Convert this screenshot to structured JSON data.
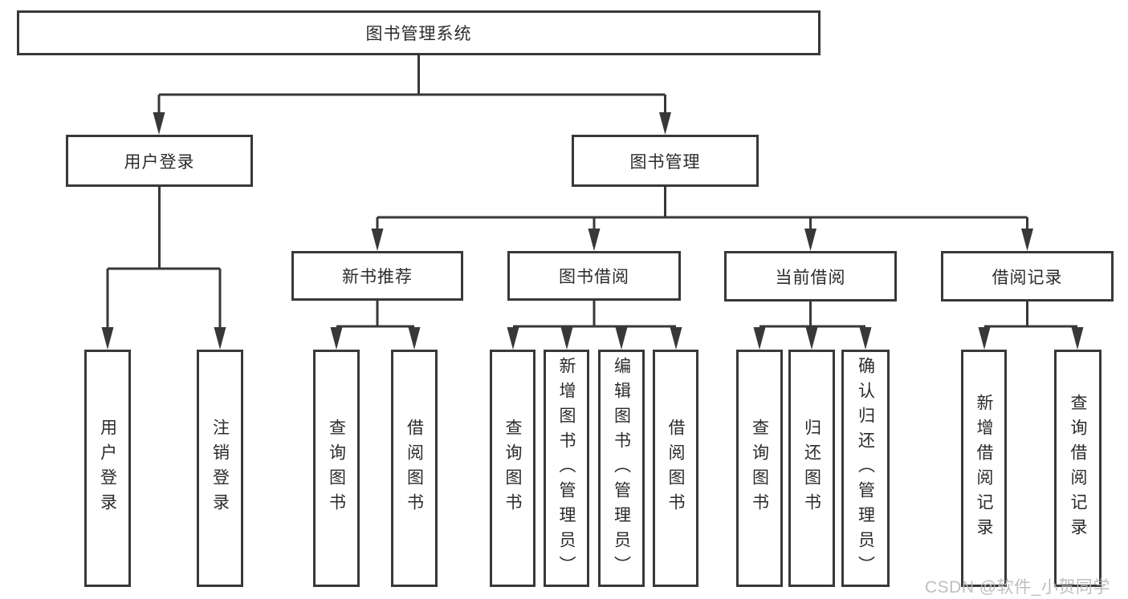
{
  "diagram": {
    "title": "图书管理系统",
    "colors": {
      "line": "#383838",
      "box_border": "#383838",
      "box_background": "#ffffff",
      "text": "#2b2b2b",
      "watermark": "#b9b9b9",
      "page_background": "#ffffff"
    },
    "nodes": {
      "root": {
        "label": "图书管理系统"
      },
      "user_login": {
        "label": "用户登录"
      },
      "book_mgmt": {
        "label": "图书管理"
      },
      "new_book_rec": {
        "label": "新书推荐"
      },
      "book_borrow": {
        "label": "图书借阅"
      },
      "current_borrow": {
        "label": "当前借阅"
      },
      "borrow_record": {
        "label": "借阅记录"
      },
      "leaf_user_login": {
        "label": "用户登录"
      },
      "leaf_logout": {
        "label": "注销登录"
      },
      "leaf_nbr_query": {
        "label": "查询图书"
      },
      "leaf_nbr_borrow": {
        "label": "借阅图书"
      },
      "leaf_bb_query": {
        "label": "查询图书"
      },
      "leaf_bb_add": {
        "label": "新增图书（管理员）"
      },
      "leaf_bb_edit": {
        "label": "编辑图书（管理员）"
      },
      "leaf_bb_borrow": {
        "label": "借阅图书"
      },
      "leaf_cb_query": {
        "label": "查询图书"
      },
      "leaf_cb_return": {
        "label": "归还图书"
      },
      "leaf_cb_confirm": {
        "label": "确认归还（管理员）"
      },
      "leaf_br_add": {
        "label": "新增借阅记录"
      },
      "leaf_br_query": {
        "label": "查询借阅记录"
      }
    },
    "hierarchy": {
      "图书管理系统": {
        "用户登录": [
          "用户登录",
          "注销登录"
        ],
        "图书管理": {
          "新书推荐": [
            "查询图书",
            "借阅图书"
          ],
          "图书借阅": [
            "查询图书",
            "新增图书（管理员）",
            "编辑图书（管理员）",
            "借阅图书"
          ],
          "当前借阅": [
            "查询图书",
            "归还图书",
            "确认归还（管理员）"
          ],
          "借阅记录": [
            "新增借阅记录",
            "查询借阅记录"
          ]
        }
      }
    }
  },
  "watermark": {
    "text": "CSDN @软件_小贺同学"
  }
}
